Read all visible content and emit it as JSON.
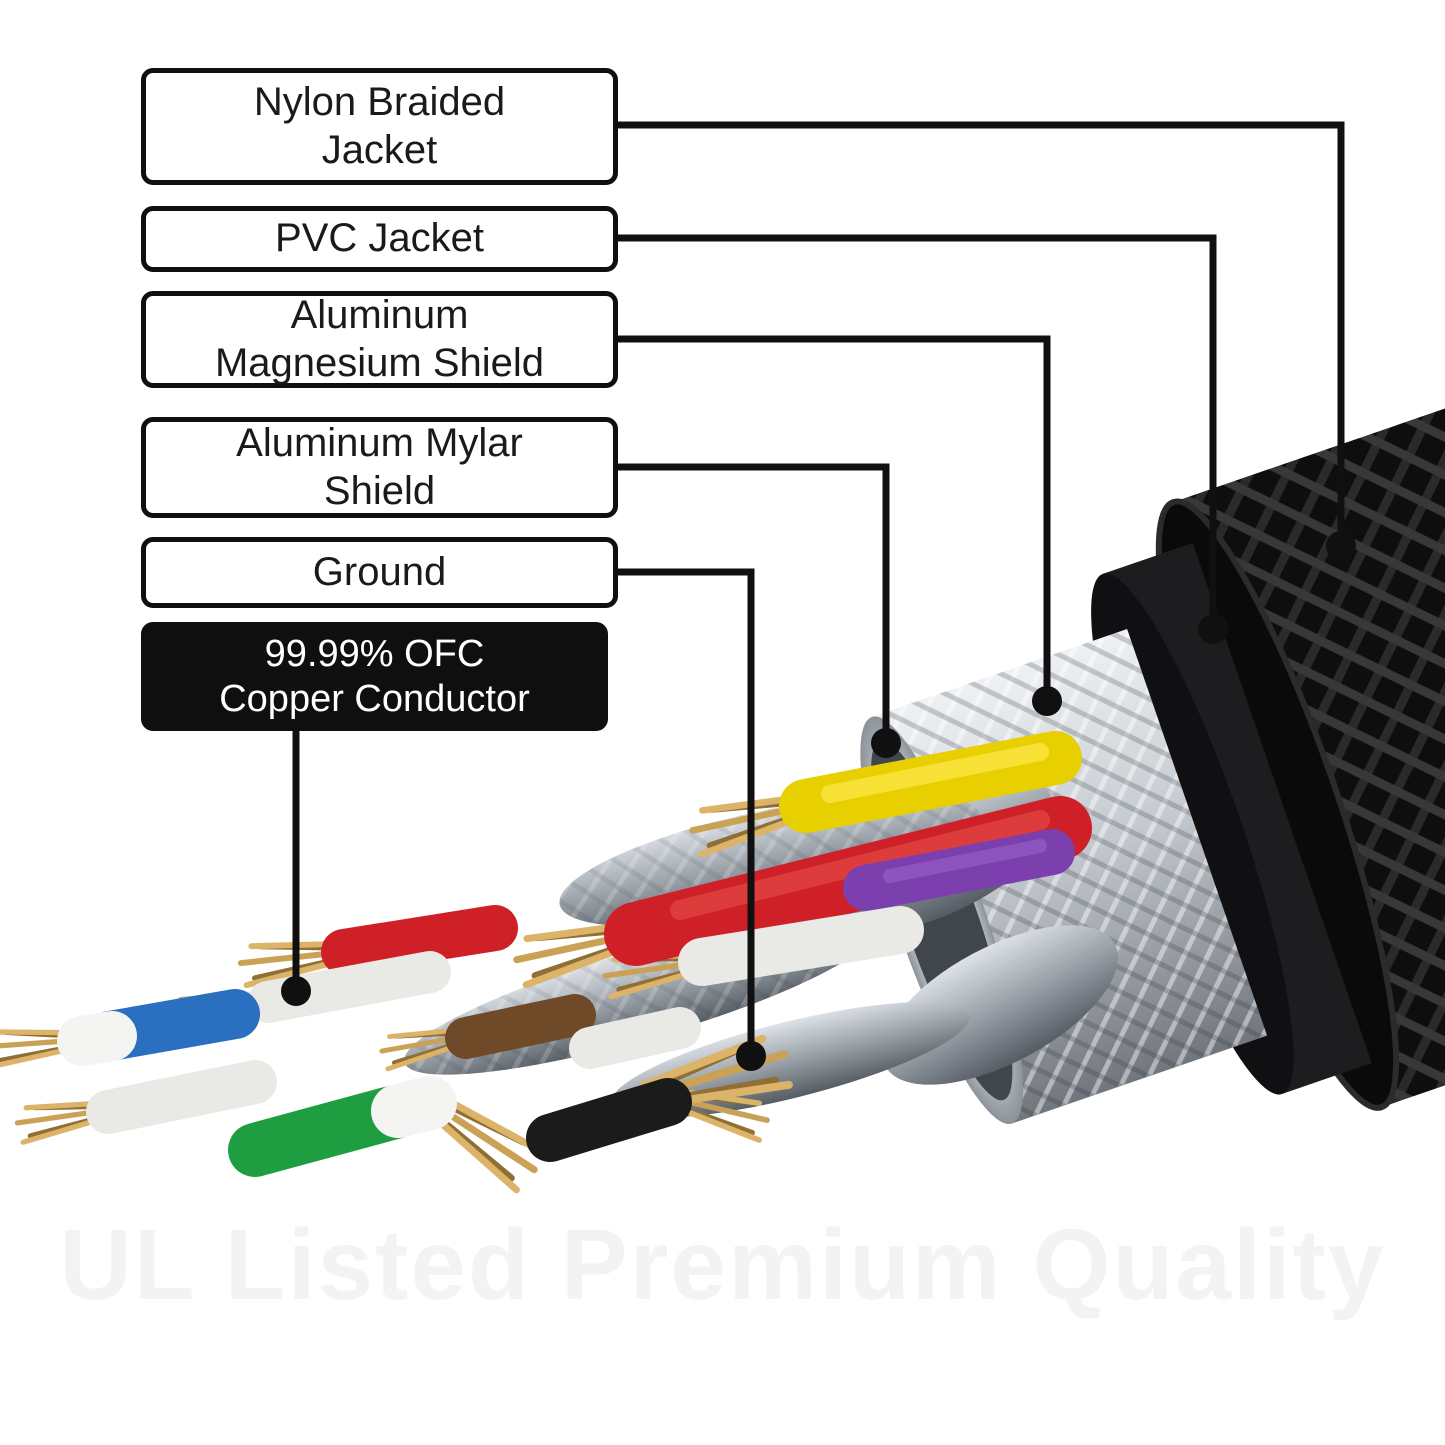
{
  "diagram": {
    "title": "Cable cross-section layer diagram",
    "labels": [
      {
        "id": "nylon-braided-jacket",
        "line1": "Nylon Braided",
        "line2": "Jacket"
      },
      {
        "id": "pvc-jacket",
        "line1": "PVC Jacket",
        "line2": ""
      },
      {
        "id": "aluminum-magnesium-shield",
        "line1": "Aluminum",
        "line2": "Magnesium Shield"
      },
      {
        "id": "aluminum-mylar-shield",
        "line1": "Aluminum Mylar",
        "line2": "Shield"
      },
      {
        "id": "ground",
        "line1": "Ground",
        "line2": ""
      },
      {
        "id": "ofc-copper-conductor",
        "line1": "99.99% OFC",
        "line2": "Copper Conductor",
        "inverted": true
      }
    ],
    "watermark": "UL Listed Premium Quality",
    "colors": {
      "callout_border": "#0f0f0f",
      "callout_bg": "#ffffff",
      "callout_text": "#1a1a1a",
      "inverted_bg": "#0f0f0f",
      "inverted_text": "#ffffff",
      "leader_line": "#101010",
      "braided_jacket": "#0e0e0e",
      "pvc_jacket": "#1d1d1f",
      "shield_silver": "#c3c9cf",
      "foil_silver": "#9aa1a8",
      "copper": "#caa256",
      "wire_yellow": "#e8cf00",
      "wire_red": "#cf2027",
      "wire_purple": "#7b3fae",
      "wire_blue": "#2a6fc0",
      "wire_green": "#1e9e40",
      "wire_white": "#e9e9e5",
      "wire_brown": "#6e4a28",
      "wire_black": "#1b1b1b"
    }
  }
}
